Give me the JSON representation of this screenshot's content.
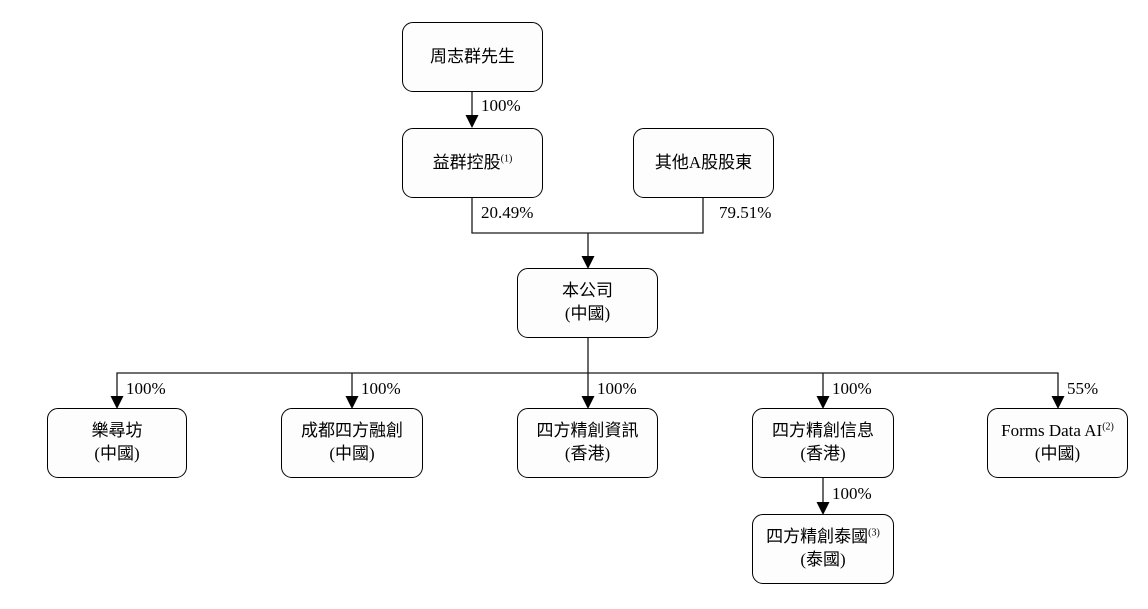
{
  "diagram": {
    "type": "corporate-structure-org-chart",
    "nodes": {
      "founder": {
        "name": "周志群先生"
      },
      "yiqun": {
        "name": "益群控股",
        "sup": "(1)"
      },
      "other_a": {
        "name": "其他A股股東"
      },
      "company": {
        "name": "本公司",
        "region": "(中國)"
      },
      "lexunfang": {
        "name": "樂尋坊",
        "region": "(中國)"
      },
      "chengdu": {
        "name": "成都四方融創",
        "region": "(中國)"
      },
      "hk_info1": {
        "name": "四方精創資訊",
        "region": "(香港)"
      },
      "hk_info2": {
        "name": "四方精創信息",
        "region": "(香港)"
      },
      "formsdata": {
        "name": "Forms Data AI",
        "sup": "(2)",
        "region": "(中國)"
      },
      "thailand": {
        "name": "四方精創泰國",
        "sup": "(3)",
        "region": "(泰國)"
      }
    },
    "edges": {
      "founder_to_yiqun": {
        "from": "founder",
        "to": "yiqun",
        "label": "100%"
      },
      "yiqun_to_company": {
        "from": "yiqun",
        "to": "company",
        "label": "20.49%"
      },
      "other_a_to_company": {
        "from": "other_a",
        "to": "company",
        "label": "79.51%"
      },
      "company_to_lexunfang": {
        "from": "company",
        "to": "lexunfang",
        "label": "100%"
      },
      "company_to_chengdu": {
        "from": "company",
        "to": "chengdu",
        "label": "100%"
      },
      "company_to_hk_info1": {
        "from": "company",
        "to": "hk_info1",
        "label": "100%"
      },
      "company_to_hk_info2": {
        "from": "company",
        "to": "hk_info2",
        "label": "100%"
      },
      "company_to_formsdata": {
        "from": "company",
        "to": "formsdata",
        "label": "55%"
      },
      "hk_info2_to_thailand": {
        "from": "hk_info2",
        "to": "thailand",
        "label": "100%"
      }
    },
    "colors": {
      "line": "#1a1a1a",
      "box_border": "#000000",
      "box_fill": "#fdfdfd",
      "background": "#ffffff"
    }
  }
}
